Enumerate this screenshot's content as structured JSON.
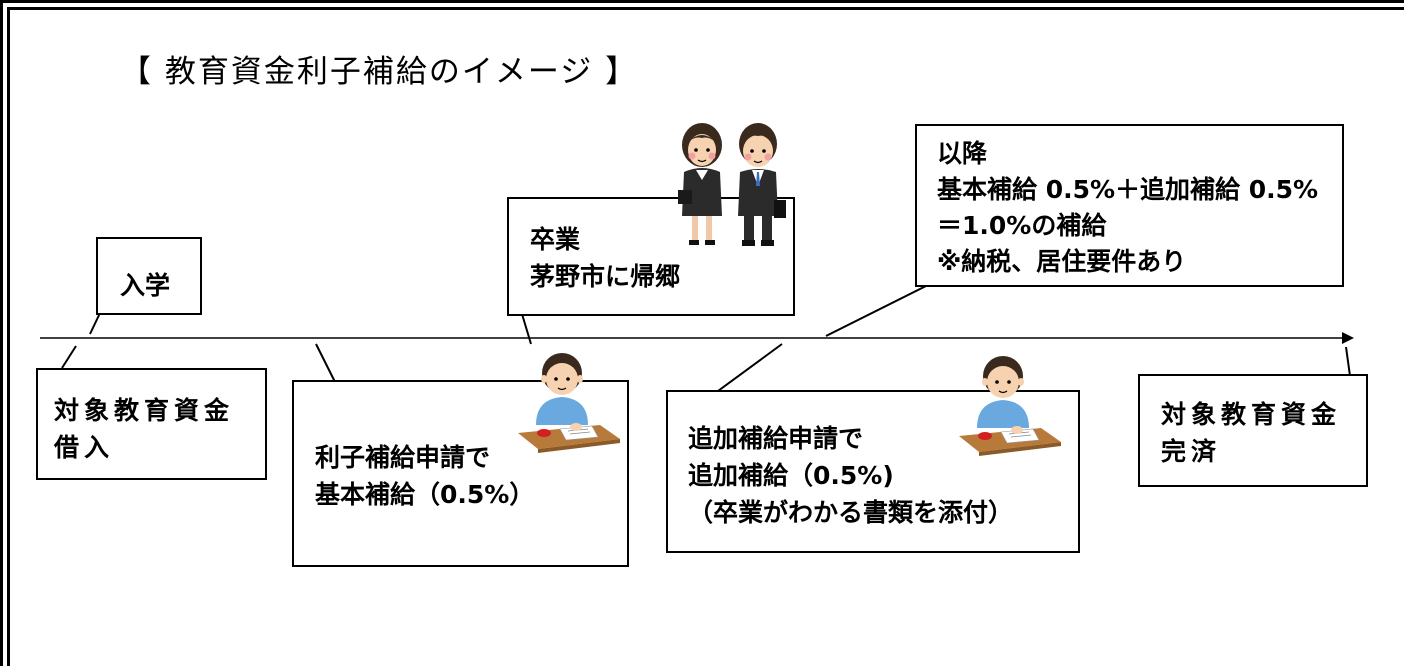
{
  "title": "【 教育資金利子補給のイメージ 】",
  "boxes": {
    "enrollment": {
      "text": "入学"
    },
    "borrow": {
      "line1": "対象教育資金",
      "line2": "借入"
    },
    "basic_subsidy": {
      "line1": "利子補給申請で",
      "line2": "基本補給（0.5%）"
    },
    "graduation": {
      "line1": "卒業",
      "line2": "茅野市に帰郷"
    },
    "additional_subsidy": {
      "line1": "追加補給申請で",
      "line2": "追加補給（0.5%)",
      "line3": "（卒業がわかる書類を添付）"
    },
    "thereafter": {
      "line1": "以降",
      "line2": "基本補給 0.5%＋追加補給 0.5%",
      "line3": "＝1.0%の補給",
      "line4": "※納税、居住要件あり"
    },
    "repaid": {
      "line1": "対象教育資金",
      "line2": "完済"
    }
  },
  "colors": {
    "line": "#000000",
    "shirt": "#6aa8e0",
    "skin": "#f7d2b0",
    "hair": "#3a2a1e",
    "desk": "#b87a3a",
    "suit": "#2b2b2b"
  },
  "illustrations": [
    "student-writing-icon",
    "student-writing-icon",
    "graduates-icon"
  ]
}
